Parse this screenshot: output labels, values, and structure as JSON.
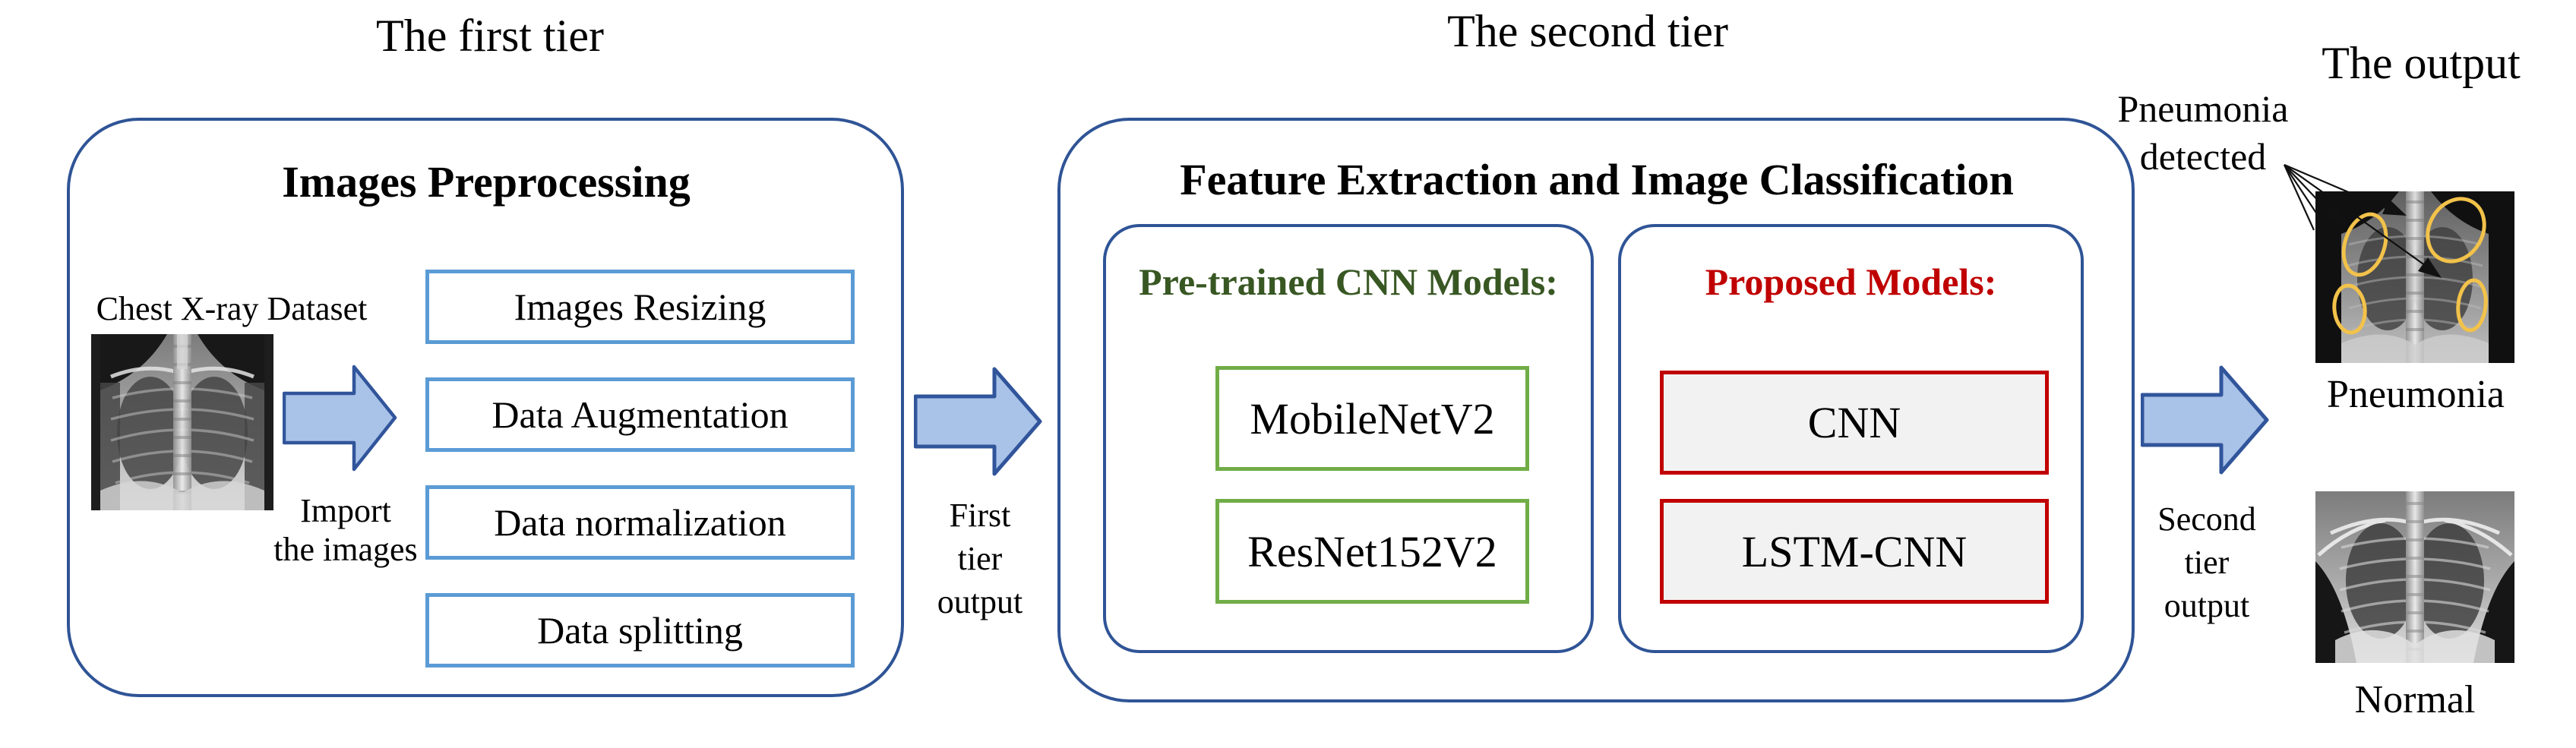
{
  "titles": {
    "tier1": "The first tier",
    "tier2": "The second tier",
    "output": "The output"
  },
  "tier1": {
    "heading": "Images Preprocessing",
    "dataset_label": "Chest X-ray Dataset",
    "import_caption": {
      "line1": "Import",
      "line2": "the images"
    },
    "steps": [
      "Images Resizing",
      "Data Augmentation",
      "Data normalization",
      "Data splitting"
    ]
  },
  "first_tier_arrow_caption": {
    "line1": "First",
    "line2": "tier",
    "line3": "output"
  },
  "tier2": {
    "heading": "Feature Extraction and Image Classification",
    "pretrained": {
      "heading": "Pre-trained CNN Models:",
      "models": [
        "MobileNetV2",
        "ResNet152V2"
      ]
    },
    "proposed": {
      "heading": "Proposed Models:",
      "models": [
        "CNN",
        "LSTM-CNN"
      ]
    }
  },
  "second_tier_arrow_caption": {
    "line1": "Second",
    "line2": "tier",
    "line3": "output"
  },
  "output_section": {
    "annotation": {
      "line1": "Pneumonia",
      "line2": "detected"
    },
    "pneumonia_label": "Pneumonia",
    "normal_label": "Normal"
  },
  "colors": {
    "container_border": "#2F5496",
    "step_box_border": "#5B9BD5",
    "pretrained_box_border": "#70AD47",
    "pretrained_heading_text": "#385723",
    "proposed_box_border": "#C00000",
    "proposed_heading_text": "#C00000",
    "proposed_box_fill": "#F2F2F2",
    "arrow_fill": "#A9C2E8",
    "arrow_border": "#31559B",
    "highlight_ellipse": "#F2C24A"
  }
}
